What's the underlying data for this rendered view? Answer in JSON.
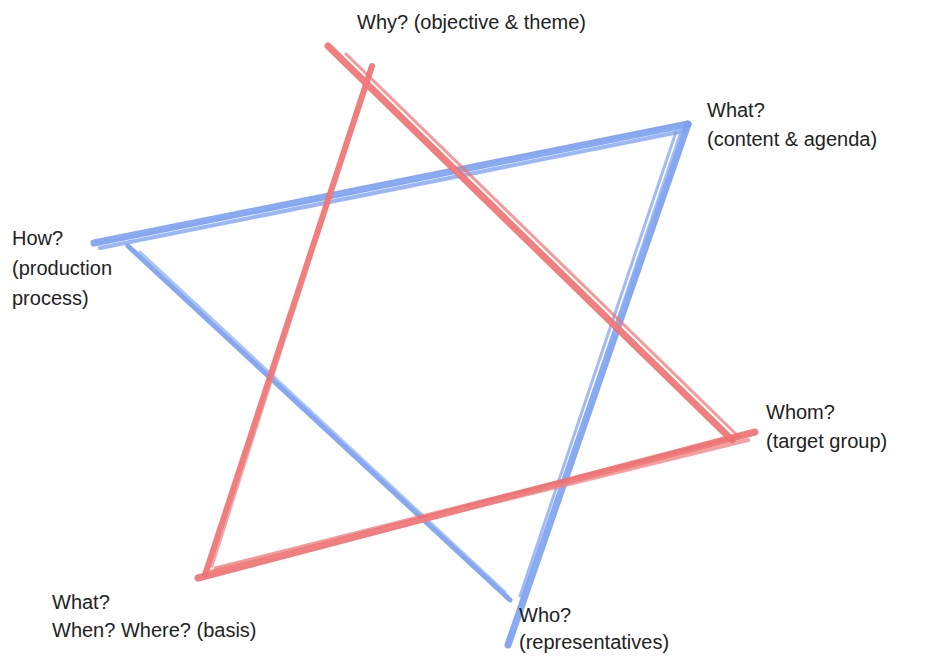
{
  "diagram": {
    "labels": [
      "Why? (objective & theme)",
      "What? (content & agenda)",
      "How? (production process)",
      "Whom? (target group)",
      "What? When? Where? (basis)",
      "Who? (representatives)"
    ]
  }
}
